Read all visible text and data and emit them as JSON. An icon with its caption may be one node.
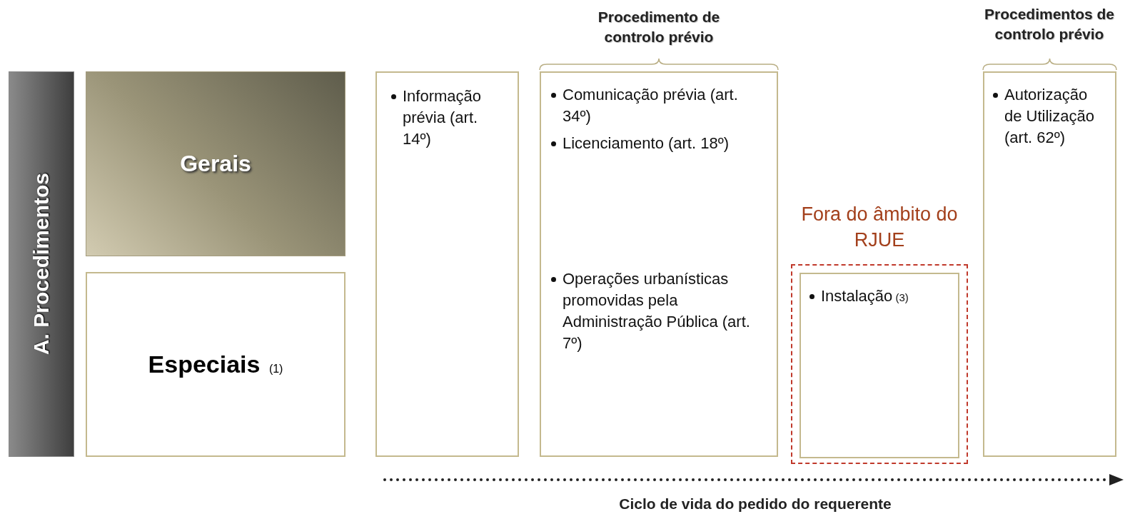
{
  "diagram": {
    "nodes": [
      {
        "text": [
          "A. Procedimentos"
        ]
      },
      {
        "text": [
          "Gerais"
        ]
      },
      {
        "text": [
          "Especiais",
          "(1)"
        ]
      },
      {
        "text": [
          "Informação prévia (art. 14º)"
        ]
      },
      {
        "text": [
          "Comunicação prévia (art. 34º)",
          "Licenciamento (art. 18º)",
          "Operações urbanísticas promovidas pela Administração Pública (art. 7º)"
        ],
        "beside": [
          "Procedimento de controlo prévio"
        ]
      },
      {
        "text": [
          "Fora do âmbito do RJUE"
        ]
      },
      {
        "text": [
          "Instalação",
          "(3)"
        ],
        "in": 5
      },
      {
        "text": [
          "Autorização de Utilização (art. 62º)"
        ],
        "beside": [
          "Procedimentos de controlo prévio"
        ]
      }
    ],
    "labels": [
      "Ciclo de vida do pedido do requerente"
    ]
  }
}
